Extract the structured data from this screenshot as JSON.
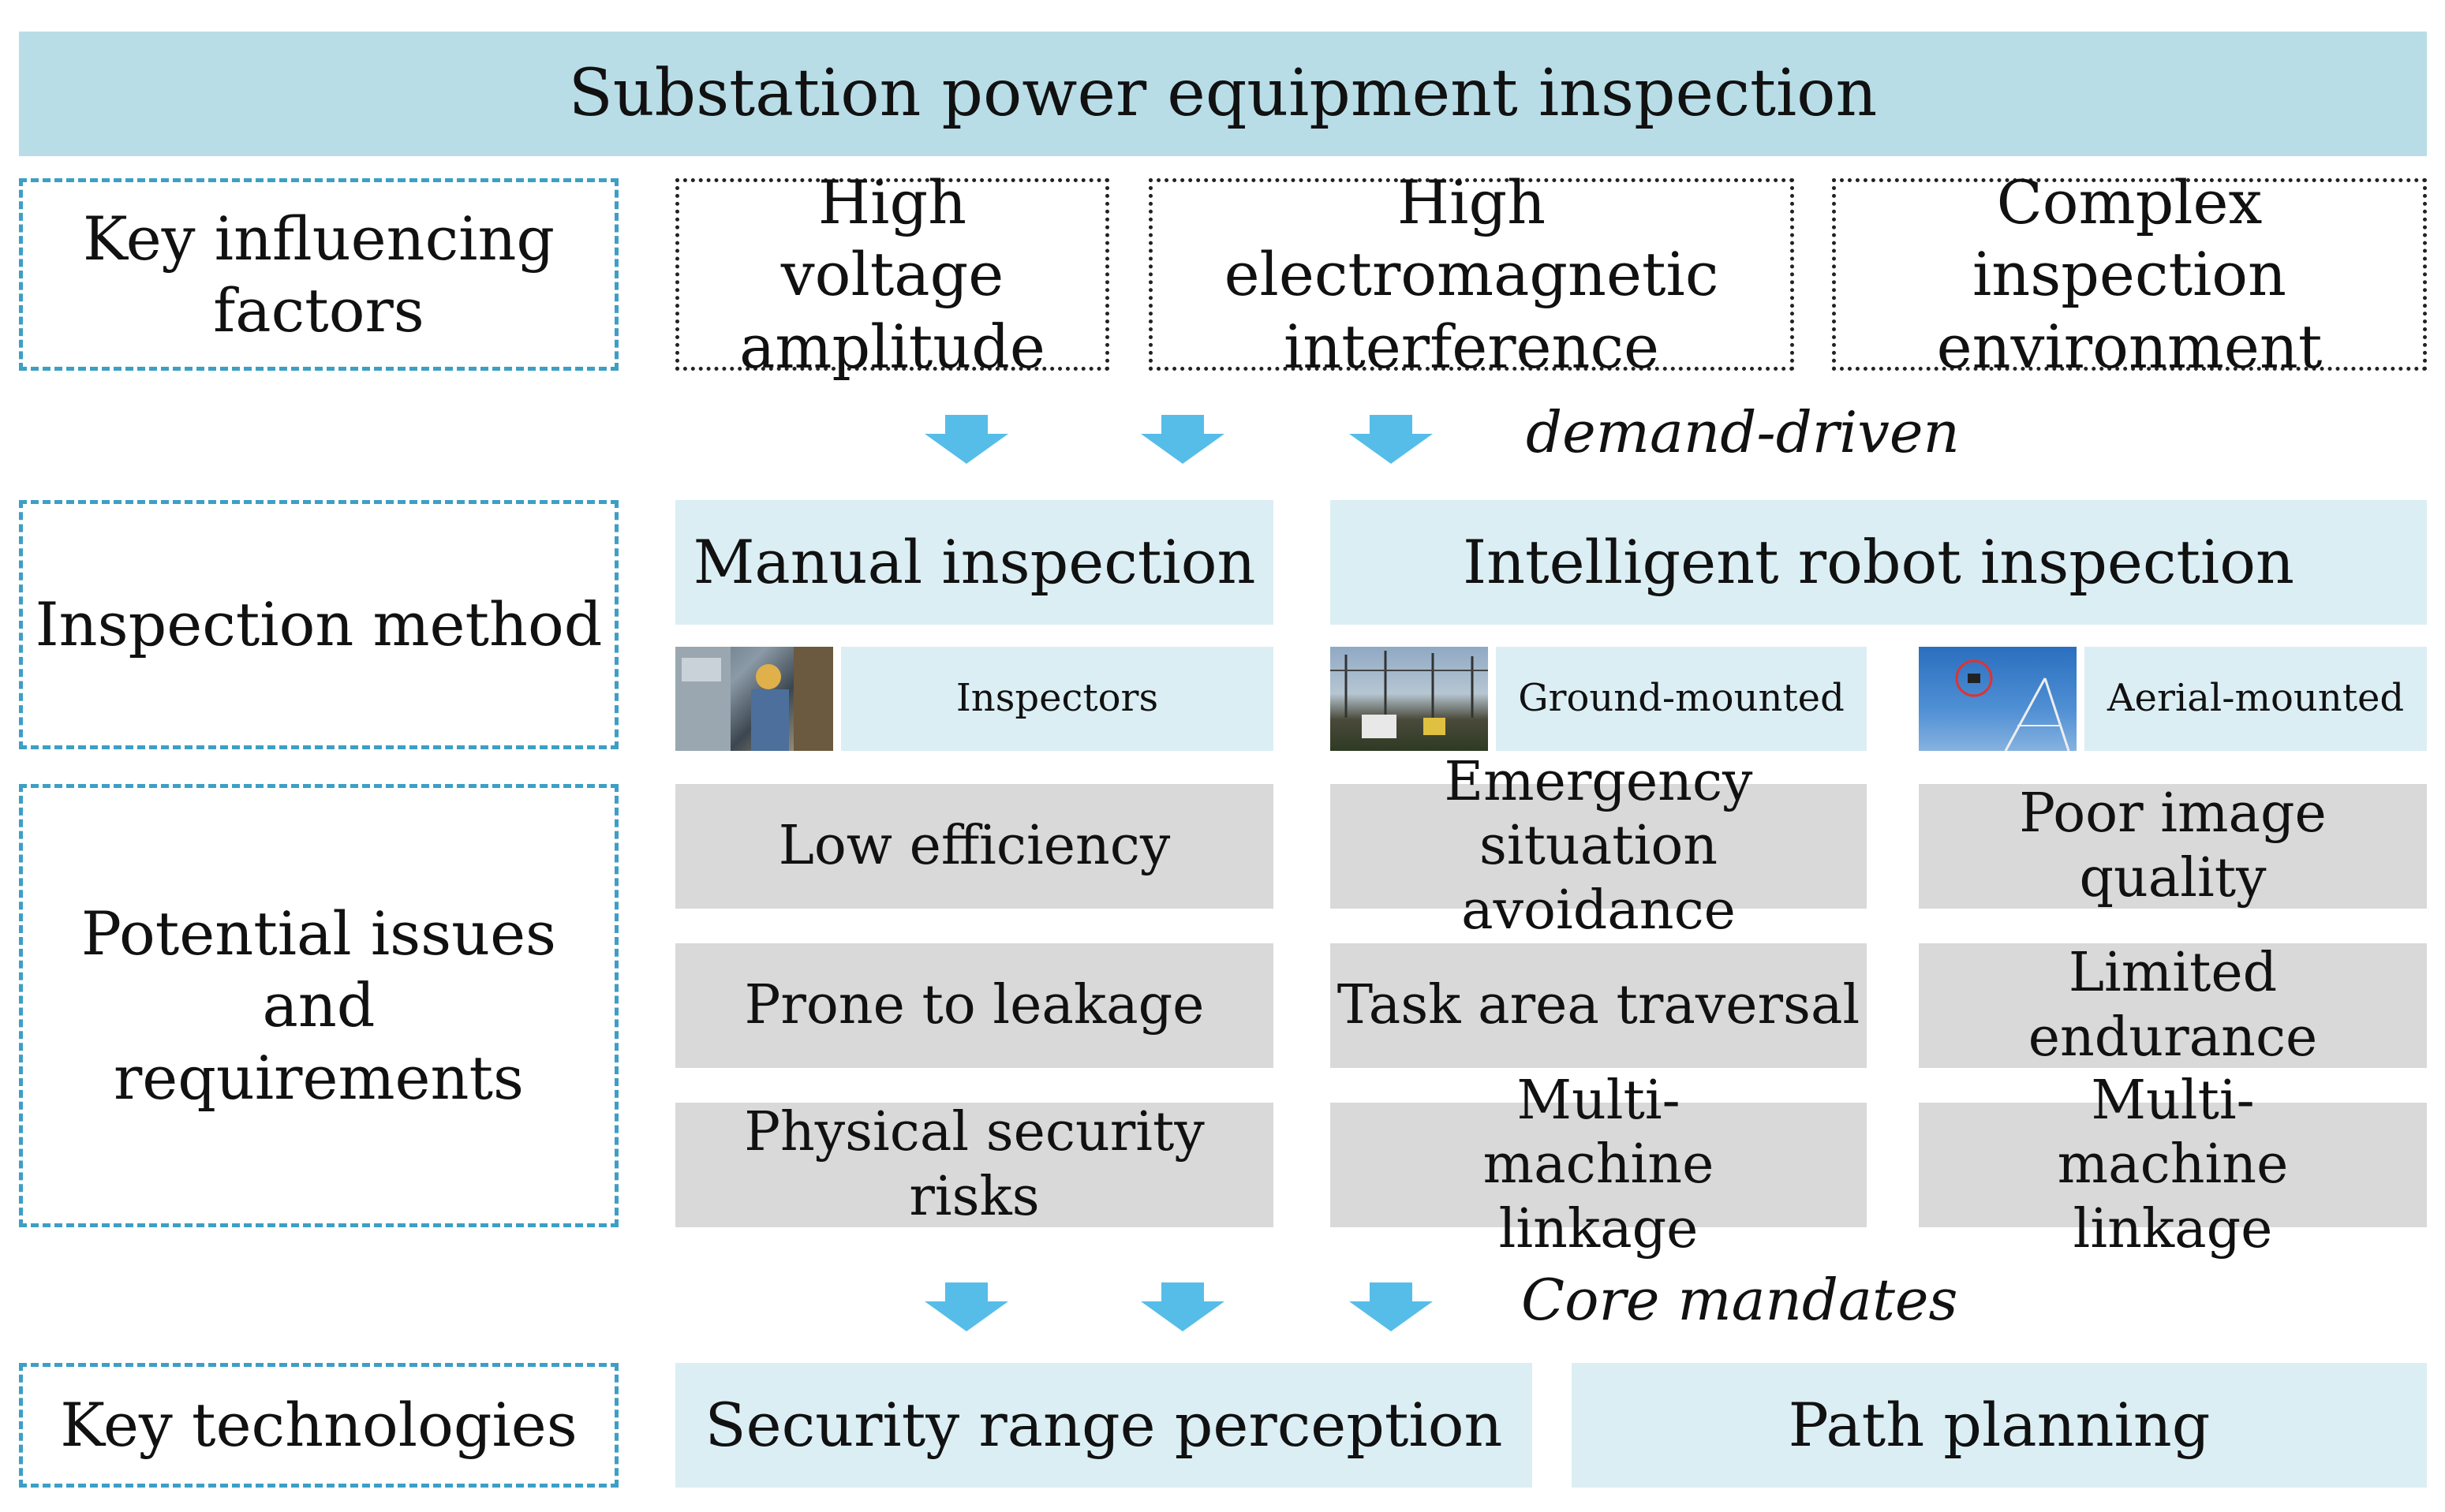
{
  "title": "Substation power equipment inspection",
  "rows": {
    "factors": "Key influencing factors",
    "method": "Inspection method",
    "issues": "Potential issues and requirements",
    "tech": "Key technologies"
  },
  "factors": [
    "High voltage amplitude",
    "High electromagnetic interference",
    "Complex inspection environment"
  ],
  "demand_label": "demand-driven",
  "core_label": "Core mandates",
  "methods": {
    "manual": "Manual inspection",
    "robot": "Intelligent robot inspection",
    "inspectors": "Inspectors",
    "ground": "Ground-mounted",
    "aerial": "Aerial-mounted"
  },
  "issues": {
    "manual": [
      "Low efficiency",
      "Prone to leakage",
      "Physical security risks"
    ],
    "ground": [
      "Emergency situation avoidance",
      "Task area traversal",
      "Multi-machine linkage"
    ],
    "aerial": [
      "Poor image quality",
      "Limited endurance",
      "Multi-machine linkage"
    ]
  },
  "technologies": [
    "Security range perception",
    "Path planning"
  ],
  "colors": {
    "title_bg": "#b8dde7",
    "light_bg": "#dbeef4",
    "grey_bg": "#d9d9d9",
    "dash_blue": "#3d9fc5",
    "arrow": "#56bde8"
  }
}
